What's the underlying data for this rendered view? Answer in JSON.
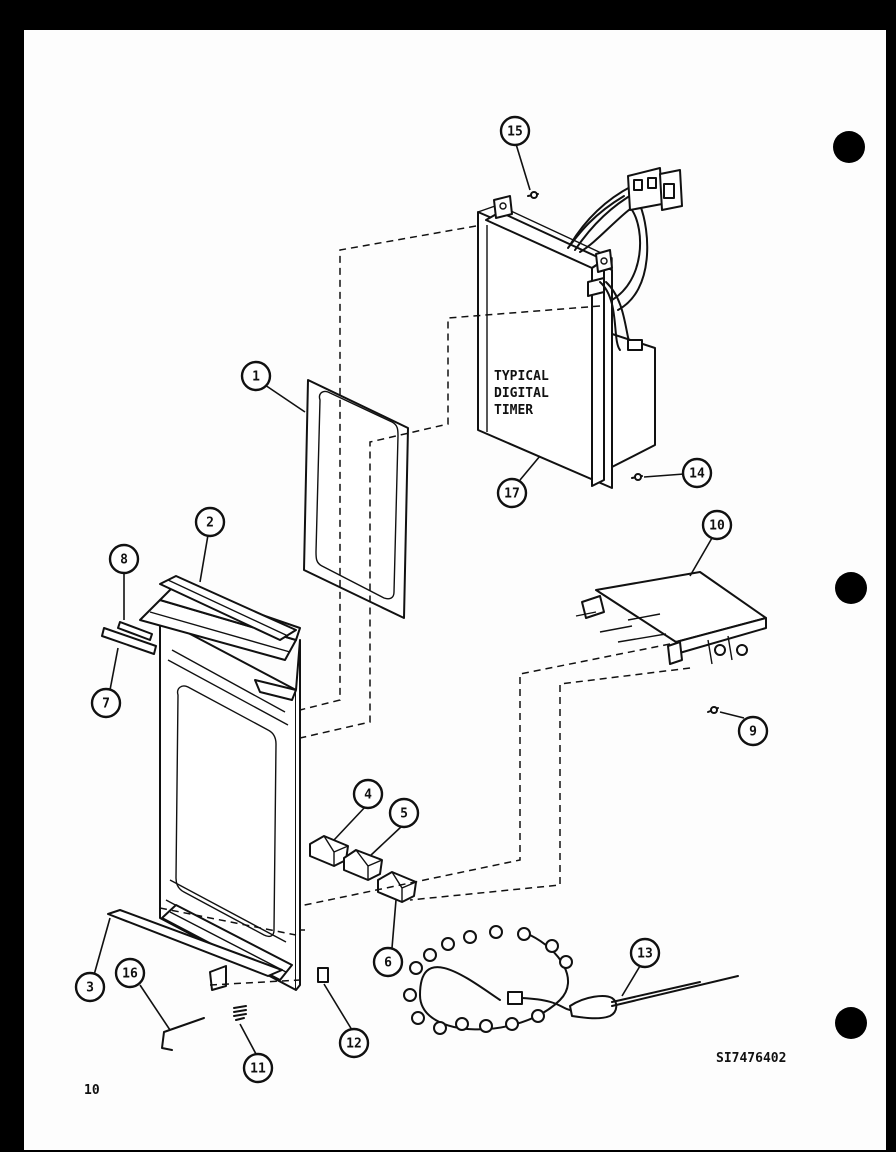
{
  "timer_label": [
    "TYPICAL",
    "DIGITAL",
    "TIMER"
  ],
  "drawing_number": "SI7476402",
  "page_number": "10",
  "callouts": [
    "1",
    "2",
    "3",
    "4",
    "5",
    "6",
    "7",
    "8",
    "9",
    "10",
    "11",
    "12",
    "13",
    "14",
    "15",
    "16",
    "17"
  ]
}
